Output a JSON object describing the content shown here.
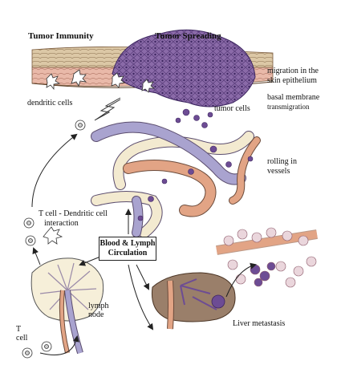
{
  "titles": {
    "tumor_immunity": "Tumor Immunity",
    "tumor_spreading": "Tumor Spreading"
  },
  "labels": {
    "migration_line1": "migration in the",
    "migration_line2": "skin epithelium",
    "basal_line1": "basal membrane",
    "basal_line2": "transmigration",
    "dendritic_cells": "dendritic cells",
    "tumor_cells": "tumor cells",
    "rolling_line1": "rolling in",
    "rolling_line2": "vessels",
    "tcell_dc_line1": "T cell - Dendritic cell",
    "tcell_dc_line2": "interaction",
    "circulation_line1": "Blood & Lymph",
    "circulation_line2": "Circulation",
    "lymph_line1": "lymph",
    "lymph_line2": "node",
    "t_cell_line1": "T",
    "t_cell_line2": "cell",
    "liver_metastasis": "Liver metastasis"
  },
  "colors": {
    "tumor_purple": "#8a6aa8",
    "tumor_dark": "#5e3f80",
    "skin_tan": "#d9c7a8",
    "vessel_cream": "#f3ead0",
    "vessel_lilac": "#a9a3cf",
    "vessel_salmon": "#e2a485",
    "liver_brown": "#9a7f6a",
    "metastasis_pink": "#ead6dc"
  }
}
